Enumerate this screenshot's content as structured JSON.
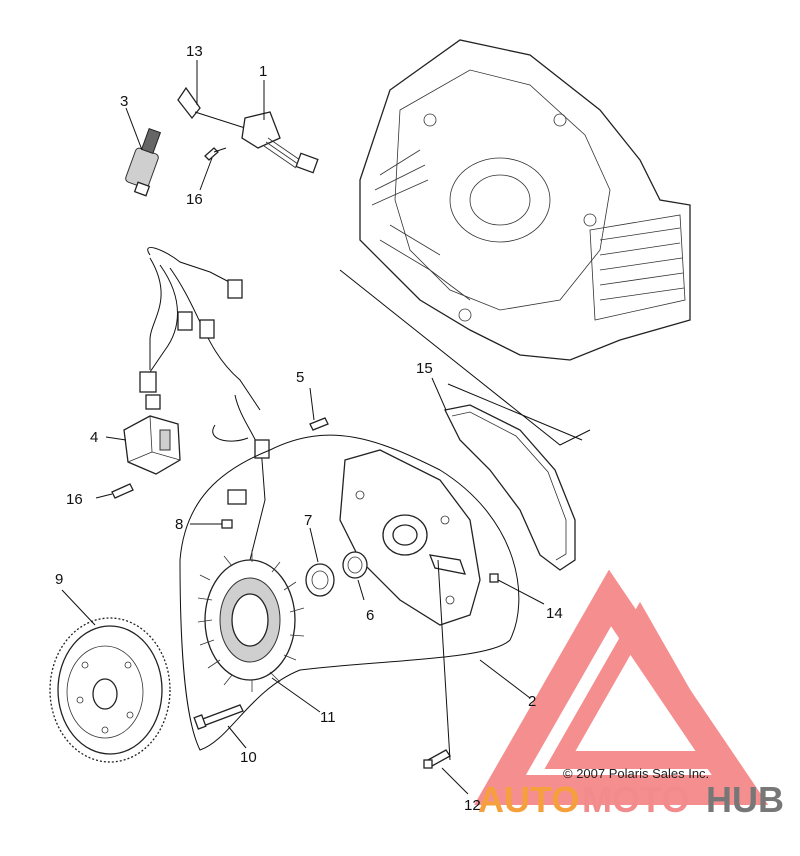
{
  "copyright": "© 2007 Polaris Sales Inc.",
  "watermark": {
    "part1": "AUTO",
    "part2": "MOTO",
    "part3": "HUB",
    "color1": "#f5a03c",
    "color2": "#f28b8b",
    "color3": "#777777",
    "logo_color": "#f26a6a"
  },
  "callouts": [
    {
      "id": "c1",
      "text": "1"
    },
    {
      "id": "c2",
      "text": "2"
    },
    {
      "id": "c3",
      "text": "3"
    },
    {
      "id": "c4",
      "text": "4"
    },
    {
      "id": "c5",
      "text": "5"
    },
    {
      "id": "c6",
      "text": "6"
    },
    {
      "id": "c7",
      "text": "7"
    },
    {
      "id": "c8",
      "text": "8"
    },
    {
      "id": "c9",
      "text": "9"
    },
    {
      "id": "c10",
      "text": "10"
    },
    {
      "id": "c11",
      "text": "11"
    },
    {
      "id": "c12",
      "text": "12"
    },
    {
      "id": "c13",
      "text": "13"
    },
    {
      "id": "c14",
      "text": "14"
    },
    {
      "id": "c15",
      "text": "15"
    },
    {
      "id": "c16a",
      "text": "16"
    },
    {
      "id": "c16b",
      "text": "16"
    }
  ]
}
